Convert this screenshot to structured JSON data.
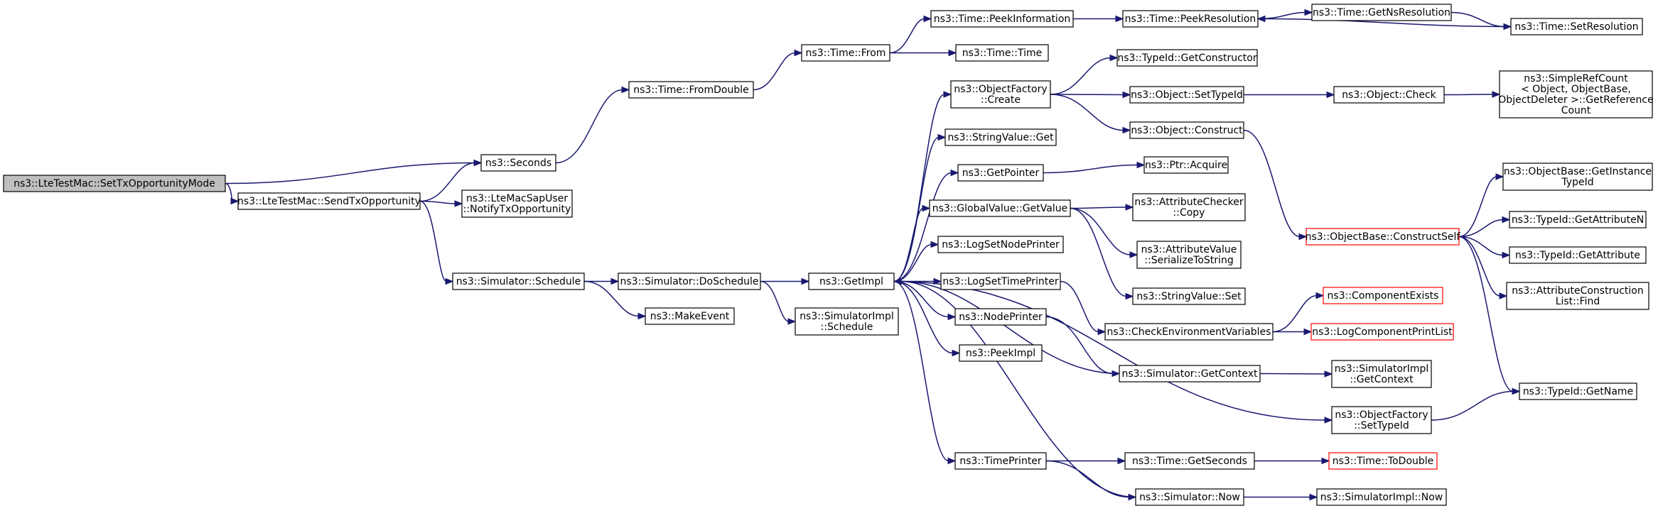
{
  "colors": {
    "edge": "#191970",
    "node_border": "#000000",
    "truncated_border": "#ff0000",
    "root_fill": "#bfbfbf"
  },
  "nodes": [
    {
      "id": "n0",
      "lines": [
        "ns3::LteTestMac::SetTxOpportunityMode"
      ],
      "kind": "root"
    },
    {
      "id": "n1",
      "lines": [
        "ns3::Seconds"
      ]
    },
    {
      "id": "n2",
      "lines": [
        "ns3::LteTestMac::SendTxOpportunity"
      ]
    },
    {
      "id": "n3",
      "lines": [
        "ns3::Time::FromDouble"
      ]
    },
    {
      "id": "n4",
      "lines": [
        "ns3::Time::From"
      ]
    },
    {
      "id": "n5",
      "lines": [
        "ns3::Time::PeekInformation"
      ]
    },
    {
      "id": "n6",
      "lines": [
        "ns3::Time::PeekResolution"
      ]
    },
    {
      "id": "n7",
      "lines": [
        "ns3::Time::GetNsResolution"
      ]
    },
    {
      "id": "n8",
      "lines": [
        "ns3::Time::SetResolution"
      ]
    },
    {
      "id": "n9",
      "lines": [
        "ns3::Time::Time"
      ]
    },
    {
      "id": "n10",
      "lines": [
        "ns3::LteMacSapUser",
        "::NotifyTxOpportunity"
      ]
    },
    {
      "id": "n11",
      "lines": [
        "ns3::Simulator::Schedule"
      ]
    },
    {
      "id": "n12",
      "lines": [
        "ns3::Simulator::DoSchedule"
      ]
    },
    {
      "id": "n13",
      "lines": [
        "ns3::MakeEvent"
      ]
    },
    {
      "id": "n14",
      "lines": [
        "ns3::GetImpl"
      ]
    },
    {
      "id": "n15",
      "lines": [
        "ns3::SimulatorImpl",
        "::Schedule"
      ]
    },
    {
      "id": "n16",
      "lines": [
        "ns3::ObjectFactory",
        "::Create"
      ]
    },
    {
      "id": "n17",
      "lines": [
        "ns3::StringValue::Get"
      ]
    },
    {
      "id": "n18",
      "lines": [
        "ns3::GetPointer"
      ]
    },
    {
      "id": "n19",
      "lines": [
        "ns3::GlobalValue::GetValue"
      ]
    },
    {
      "id": "n20",
      "lines": [
        "ns3::LogSetNodePrinter"
      ]
    },
    {
      "id": "n21",
      "lines": [
        "ns3::LogSetTimePrinter"
      ]
    },
    {
      "id": "n22",
      "lines": [
        "ns3::NodePrinter"
      ]
    },
    {
      "id": "n23",
      "lines": [
        "ns3::PeekImpl"
      ]
    },
    {
      "id": "n24",
      "lines": [
        "ns3::TimePrinter"
      ]
    },
    {
      "id": "n25",
      "lines": [
        "ns3::TypeId::GetConstructor"
      ]
    },
    {
      "id": "n26",
      "lines": [
        "ns3::Object::SetTypeId"
      ]
    },
    {
      "id": "n27",
      "lines": [
        "ns3::Object::Construct"
      ]
    },
    {
      "id": "n28",
      "lines": [
        "ns3::Object::Check"
      ]
    },
    {
      "id": "n29",
      "lines": [
        "ns3::SimpleRefCount",
        "< Object, ObjectBase,",
        "ObjectDeleter >::GetReference",
        "Count"
      ]
    },
    {
      "id": "n30",
      "lines": [
        "ns3::Ptr::Acquire"
      ]
    },
    {
      "id": "n31",
      "lines": [
        "ns3::AttributeChecker",
        "::Copy"
      ]
    },
    {
      "id": "n32",
      "lines": [
        "ns3::AttributeValue",
        "::SerializeToString"
      ]
    },
    {
      "id": "n33",
      "lines": [
        "ns3::StringValue::Set"
      ]
    },
    {
      "id": "n34",
      "lines": [
        "ns3::CheckEnvironmentVariables"
      ]
    },
    {
      "id": "n35",
      "lines": [
        "ns3::Simulator::GetContext"
      ]
    },
    {
      "id": "n36",
      "lines": [
        "ns3::Time::GetSeconds"
      ]
    },
    {
      "id": "n37",
      "lines": [
        "ns3::Simulator::Now"
      ]
    },
    {
      "id": "n38",
      "lines": [
        "ns3::ObjectBase::ConstructSelf"
      ],
      "kind": "red"
    },
    {
      "id": "n39",
      "lines": [
        "ns3::ObjectBase::GetInstance",
        "TypeId"
      ]
    },
    {
      "id": "n40",
      "lines": [
        "ns3::TypeId::GetAttributeN"
      ]
    },
    {
      "id": "n41",
      "lines": [
        "ns3::TypeId::GetAttribute"
      ]
    },
    {
      "id": "n42",
      "lines": [
        "ns3::AttributeConstruction",
        "List::Find"
      ]
    },
    {
      "id": "n43",
      "lines": [
        "ns3::TypeId::GetName"
      ]
    },
    {
      "id": "n44",
      "lines": [
        "ns3::ComponentExists"
      ],
      "kind": "red"
    },
    {
      "id": "n45",
      "lines": [
        "ns3::LogComponentPrintList"
      ],
      "kind": "red"
    },
    {
      "id": "n46",
      "lines": [
        "ns3::SimulatorImpl",
        "::GetContext"
      ]
    },
    {
      "id": "n47",
      "lines": [
        "ns3::ObjectFactory",
        "::SetTypeId"
      ]
    },
    {
      "id": "n48",
      "lines": [
        "ns3::Time::ToDouble"
      ],
      "kind": "red"
    },
    {
      "id": "n49",
      "lines": [
        "ns3::SimulatorImpl::Now"
      ]
    }
  ],
  "edges": [
    [
      "n0",
      "n1"
    ],
    [
      "n0",
      "n2"
    ],
    [
      "n2",
      "n1"
    ],
    [
      "n2",
      "n10"
    ],
    [
      "n2",
      "n11"
    ],
    [
      "n1",
      "n3"
    ],
    [
      "n3",
      "n4"
    ],
    [
      "n4",
      "n5"
    ],
    [
      "n4",
      "n9"
    ],
    [
      "n5",
      "n6"
    ],
    [
      "n6",
      "n7"
    ],
    [
      "n7",
      "n8"
    ],
    [
      "n8",
      "n6"
    ],
    [
      "n11",
      "n12"
    ],
    [
      "n11",
      "n13"
    ],
    [
      "n12",
      "n14"
    ],
    [
      "n12",
      "n15"
    ],
    [
      "n14",
      "n16"
    ],
    [
      "n14",
      "n17"
    ],
    [
      "n14",
      "n18"
    ],
    [
      "n14",
      "n19"
    ],
    [
      "n14",
      "n20"
    ],
    [
      "n14",
      "n21"
    ],
    [
      "n14",
      "n22"
    ],
    [
      "n14",
      "n23"
    ],
    [
      "n14",
      "n47"
    ],
    [
      "n14",
      "n24"
    ],
    [
      "n16",
      "n25"
    ],
    [
      "n16",
      "n26"
    ],
    [
      "n16",
      "n27"
    ],
    [
      "n26",
      "n28"
    ],
    [
      "n28",
      "n29"
    ],
    [
      "n27",
      "n38"
    ],
    [
      "n18",
      "n30"
    ],
    [
      "n19",
      "n31"
    ],
    [
      "n19",
      "n32"
    ],
    [
      "n19",
      "n33"
    ],
    [
      "n21",
      "n34"
    ],
    [
      "n22",
      "n35"
    ],
    [
      "n35",
      "n14"
    ],
    [
      "n35",
      "n46"
    ],
    [
      "n34",
      "n44"
    ],
    [
      "n34",
      "n45"
    ],
    [
      "n38",
      "n39"
    ],
    [
      "n38",
      "n40"
    ],
    [
      "n38",
      "n41"
    ],
    [
      "n38",
      "n42"
    ],
    [
      "n38",
      "n43"
    ],
    [
      "n47",
      "n43"
    ],
    [
      "n24",
      "n36"
    ],
    [
      "n24",
      "n37"
    ],
    [
      "n36",
      "n48"
    ],
    [
      "n37",
      "n14"
    ],
    [
      "n37",
      "n49"
    ]
  ]
}
